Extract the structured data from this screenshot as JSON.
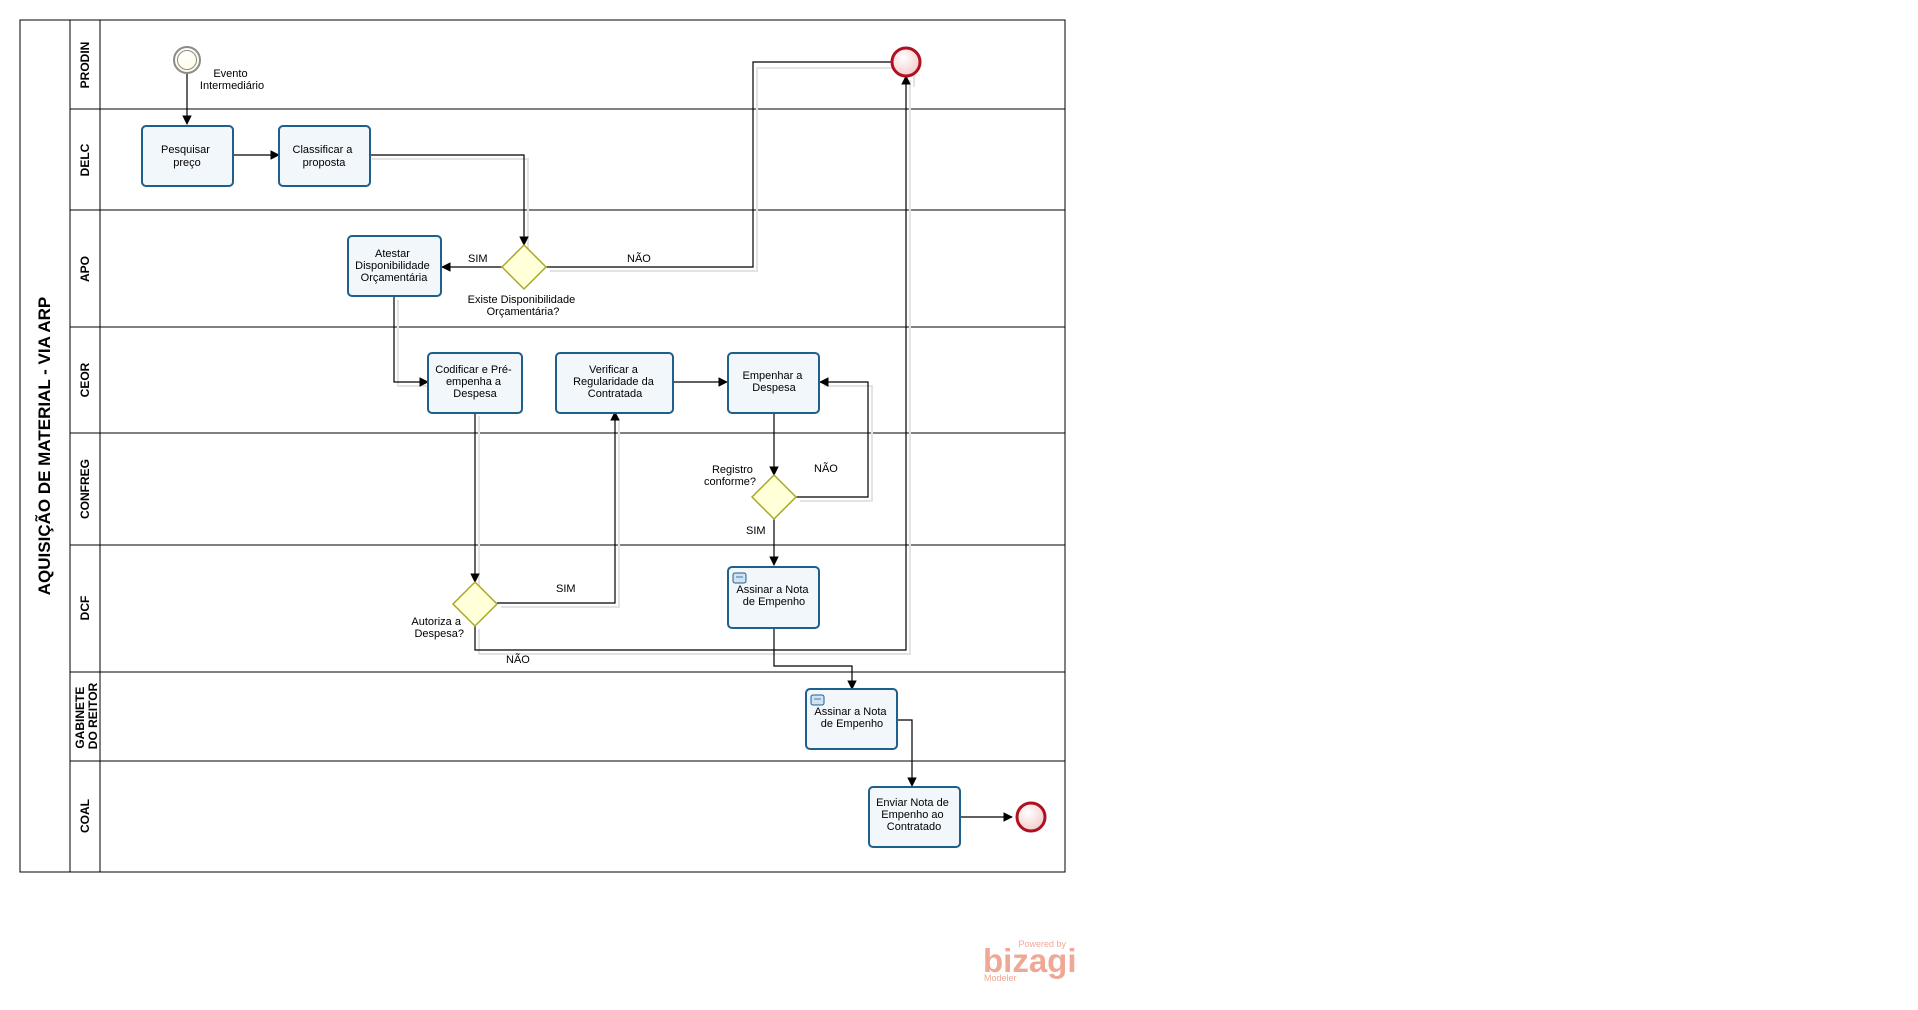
{
  "pool": {
    "title": "AQUISIÇÃO DE MATERIAL - VIA ARP"
  },
  "lanes": [
    {
      "id": "prodin",
      "name": "PRODIN"
    },
    {
      "id": "delc",
      "name": "DELC"
    },
    {
      "id": "apo",
      "name": "APO"
    },
    {
      "id": "ceor",
      "name": "CEOR"
    },
    {
      "id": "confreg",
      "name": "CONFREG"
    },
    {
      "id": "dcf",
      "name": "DCF"
    },
    {
      "id": "gabinete",
      "name": "GABINETE DO REITOR",
      "lines": [
        "GABINETE",
        "DO REITOR"
      ]
    },
    {
      "id": "coal",
      "name": "COAL"
    }
  ],
  "events": {
    "start_label": [
      "Evento",
      "Intermediário"
    ]
  },
  "tasks": {
    "pesquisar": [
      "Pesquisar",
      "preço"
    ],
    "classificar": [
      "Classificar a",
      "proposta"
    ],
    "atestar": [
      "Atestar",
      "Disponibilidade",
      "Orçamentária"
    ],
    "codificar": [
      "Codificar e Pré-",
      "empenha a",
      "Despesa"
    ],
    "verificar": [
      "Verificar a",
      "Regularidade da",
      "Contratada"
    ],
    "empenhar": [
      "Empenhar a",
      "Despesa"
    ],
    "assinar_dcf": [
      "Assinar a Nota",
      "de Empenho"
    ],
    "assinar_gab": [
      "Assinar a Nota",
      "de Empenho"
    ],
    "enviar": [
      "Enviar Nota de",
      "Empenho ao",
      "Contratado"
    ]
  },
  "gateways": {
    "disponibilidade": [
      "Existe Disponibilidade",
      "Orçamentária?"
    ],
    "registro": [
      "Registro",
      "conforme?"
    ],
    "autoriza": [
      "Autoriza a",
      "Despesa?"
    ]
  },
  "flow_labels": {
    "apo_sim": "SIM",
    "apo_nao": "NÃO",
    "confreg_nao": "NÃO",
    "confreg_sim": "SIM",
    "dcf_sim": "SIM",
    "dcf_nao": "NÃO"
  },
  "watermark": {
    "powered": "Powered by",
    "brand": "bizagi",
    "product": "Modeler"
  },
  "colors": {
    "task_fill": "#f2f7fc",
    "task_border": "#1f5f8c",
    "gateway_fill": "#ffffd8",
    "gateway_border": "#a8a829",
    "end_event": "#b01020",
    "start_event": "#888888",
    "watermark": "#f0a896"
  }
}
